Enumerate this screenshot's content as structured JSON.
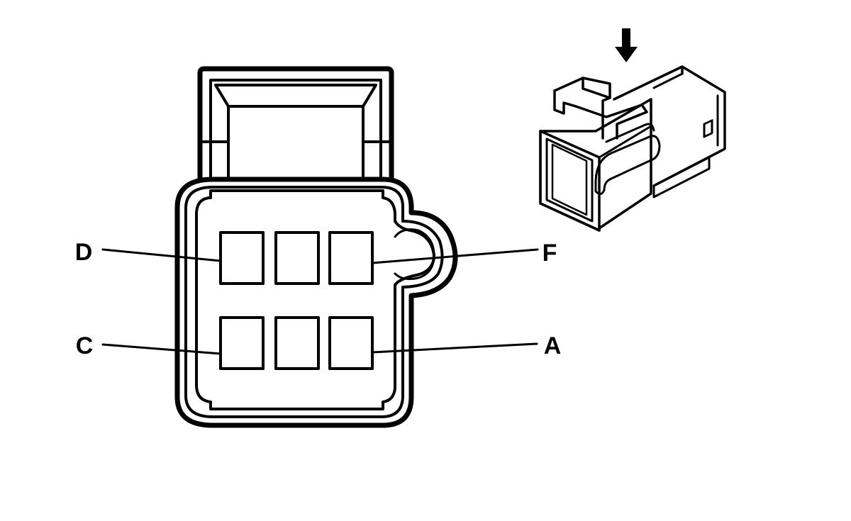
{
  "pin_labels": {
    "d": "D",
    "c": "C",
    "f": "F",
    "a": "A"
  },
  "colors": {
    "line": "#000000",
    "background": "#ffffff"
  }
}
